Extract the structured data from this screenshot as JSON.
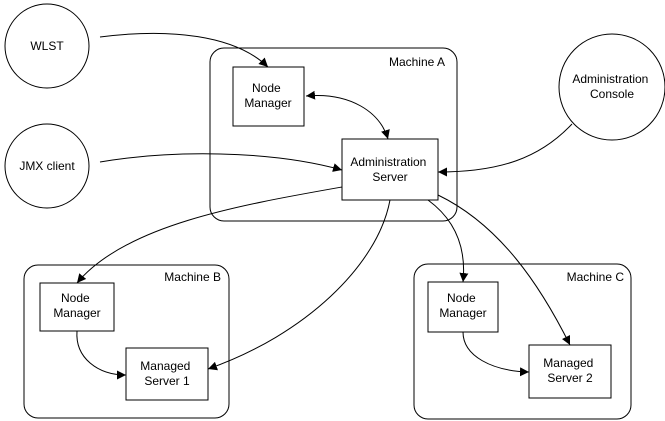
{
  "machines": {
    "a": "Machine A",
    "b": "Machine B",
    "c": "Machine C"
  },
  "clients": {
    "wlst": "WLST",
    "jmx": "JMX client",
    "console": [
      "Administration",
      "Console"
    ]
  },
  "boxes": {
    "node_manager_a": [
      "Node",
      "Manager"
    ],
    "admin_server": [
      "Administration",
      "Server"
    ],
    "node_manager_b": [
      "Node",
      "Manager"
    ],
    "managed_server_1": [
      "Managed",
      "Server 1"
    ],
    "node_manager_c": [
      "Node",
      "Manager"
    ],
    "managed_server_2": [
      "Managed",
      "Server 2"
    ]
  },
  "colors": {
    "stroke": "#000000",
    "fill": "#ffffff"
  }
}
